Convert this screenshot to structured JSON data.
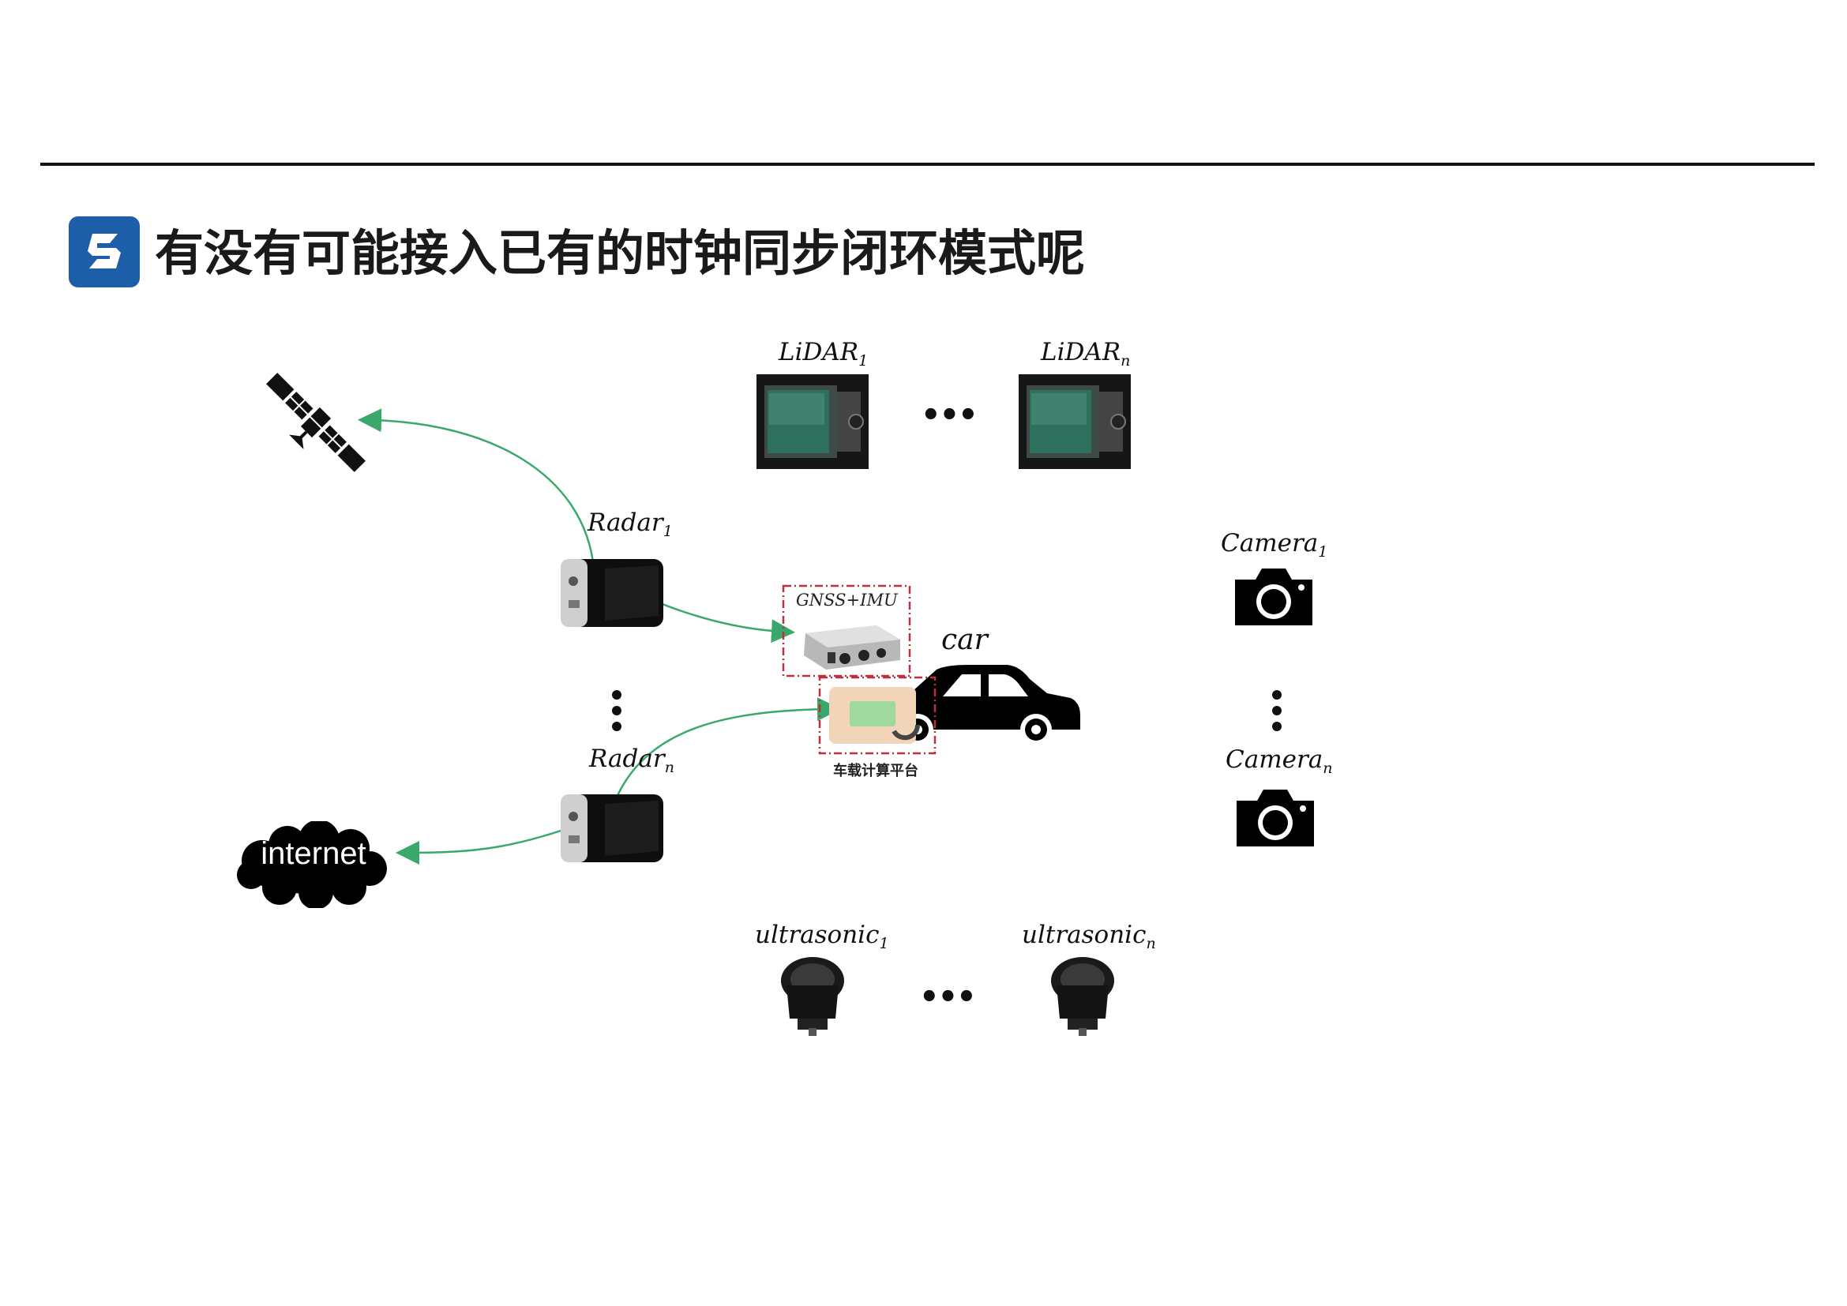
{
  "title": "有没有可能接入已有的时钟同步闭环模式呢",
  "labels": {
    "lidar_1": {
      "base": "LiDAR",
      "sub": "1"
    },
    "lidar_n": {
      "base": "LiDAR",
      "sub": "n"
    },
    "radar_1": {
      "base": "Radar",
      "sub": "1"
    },
    "radar_n": {
      "base": "Radar",
      "sub": "n"
    },
    "camera_1": {
      "base": "Camera",
      "sub": "1"
    },
    "camera_n": {
      "base": "Camera",
      "sub": "n"
    },
    "ultrasonic_1": {
      "base": "ultrasonic",
      "sub": "1"
    },
    "ultrasonic_n": {
      "base": "ultrasonic",
      "sub": "n"
    },
    "car": "car",
    "gnss_imu": "GNSS+IMU",
    "compute_platform": "车载计算平台",
    "internet": "internet"
  },
  "ellipsis": "•••",
  "vertical_ellipsis": "⋮",
  "colors": {
    "logo_blue": "#1c5fa8",
    "arrow_green": "#3aa86b",
    "dashed_red": "#c0303a",
    "lidar_screen": "#2f6f5d",
    "platform_fill": "#f2d5b8",
    "platform_inner": "#9fd9a0"
  },
  "icons": [
    "satellite-icon",
    "cloud-icon",
    "lidar-icon",
    "radar-icon",
    "camera-icon",
    "ultrasonic-sensor-icon",
    "car-icon",
    "gnss-imu-icon",
    "compute-platform-icon"
  ]
}
